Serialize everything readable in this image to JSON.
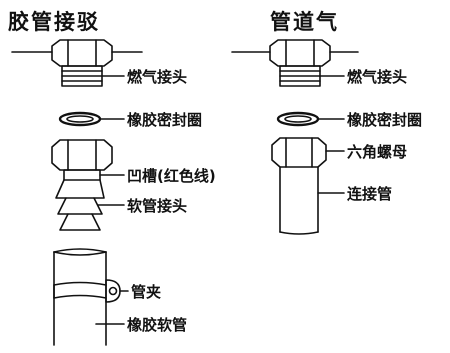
{
  "titles": {
    "left": "胶管接驳",
    "right": "管道气"
  },
  "left_labels": {
    "fitting": "燃气接头",
    "washer": "橡胶密封圈",
    "groove": "凹槽(红色线)",
    "hose_connector": "软管接头",
    "clamp": "管夹",
    "hose": "橡胶软管"
  },
  "right_labels": {
    "fitting": "燃气接头",
    "washer": "橡胶密封圈",
    "nut": "六角螺母",
    "pipe": "连接管"
  }
}
